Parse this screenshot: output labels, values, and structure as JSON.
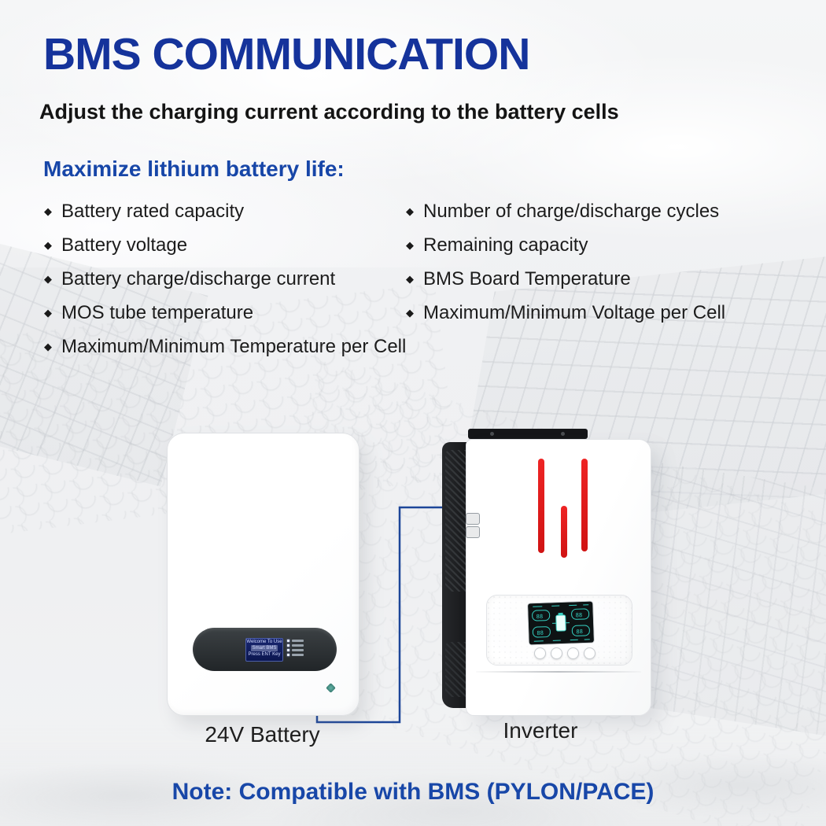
{
  "page": {
    "title": "BMS COMMUNICATION",
    "subtitle": "Adjust the charging current according to the battery cells",
    "section_heading": "Maximize lithium battery life:",
    "note": "Note: Compatible with BMS (PYLON/PACE)"
  },
  "bullets": {
    "marker": "◆",
    "left": [
      "Battery rated capacity",
      "Battery voltage",
      "Battery charge/discharge current",
      "MOS tube temperature",
      "Maximum/Minimum Temperature per Cell"
    ],
    "right": [
      "Number of charge/discharge cycles",
      "Remaining capacity",
      "BMS Board Temperature",
      "Maximum/Minimum Voltage per Cell"
    ]
  },
  "devices": {
    "battery": {
      "label": "24V Battery",
      "lcd_lines": [
        "Welcome To Use",
        "Smart BMS",
        "Press ENT Key"
      ]
    },
    "inverter": {
      "label": "Inverter"
    }
  },
  "colors": {
    "brand_blue": "#15339b",
    "heading_blue": "#1746a8",
    "note_blue": "#1847a8",
    "cable_blue": "#1d4699",
    "accent_red": "#e02020",
    "lcd_teal": "#35d1c2",
    "text_black": "#1c1c1c"
  }
}
